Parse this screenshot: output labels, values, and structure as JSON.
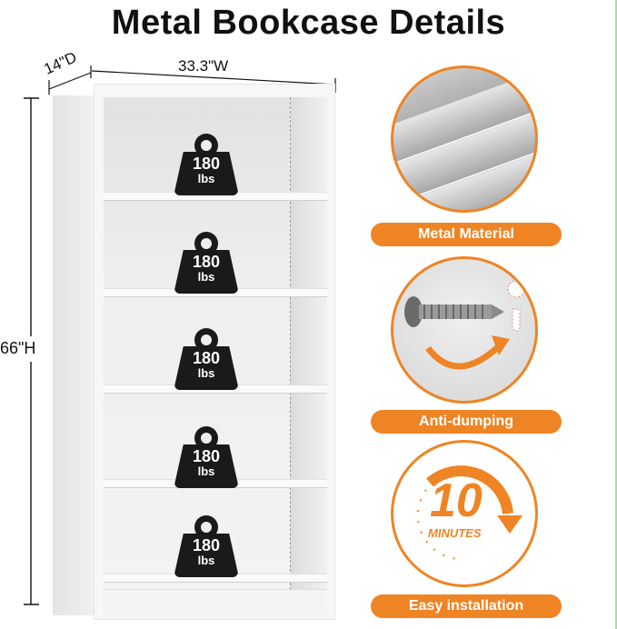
{
  "title": "Metal Bookcase Details",
  "dimensions": {
    "depth": "14\"D",
    "width": "33.3\"W",
    "height": "66\"H"
  },
  "shelves": [
    {
      "weight": "180",
      "unit": "lbs"
    },
    {
      "weight": "180",
      "unit": "lbs"
    },
    {
      "weight": "180",
      "unit": "lbs"
    },
    {
      "weight": "180",
      "unit": "lbs"
    },
    {
      "weight": "180",
      "unit": "lbs"
    }
  ],
  "features": [
    {
      "label": "Metal Material",
      "icon": "metal-plates-icon"
    },
    {
      "label": "Anti-dumping",
      "icon": "screw-keyhole-icon"
    },
    {
      "label": "Easy installation",
      "icon": "ten-minutes-timer-icon",
      "timer_value": "10",
      "timer_unit": "MINUTES"
    }
  ],
  "colors": {
    "accent": "#ef8424",
    "weight_icon": "#1a1a1a",
    "title": "#111111"
  }
}
